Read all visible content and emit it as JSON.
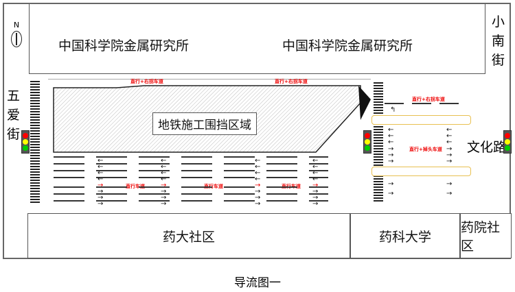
{
  "north": "N",
  "buildings": {
    "top_left": "中国科学院金属研究所",
    "top_right": "中国科学院金属研究所",
    "bottom_left": "药大社区",
    "bottom_mid": "药科大学",
    "bottom_right": "药院社区"
  },
  "streets": {
    "left": "五爱街",
    "right_top": "小南街",
    "right": "文化路"
  },
  "construction_zone": "地铁施工围挡区域",
  "lane_labels": {
    "top_left": "直行+右拐车道",
    "top_right": "直行+右拐车道",
    "bottom1": "直行车道",
    "bottom2": "直行车道",
    "bottom3": "直行车道",
    "right_top": "直行+右拐车道",
    "right_mid": "直行+掉头车道"
  },
  "caption": "导流图一",
  "colors": {
    "red": "#ff0000",
    "yellow": "#ffee00",
    "green": "#00cc00"
  }
}
